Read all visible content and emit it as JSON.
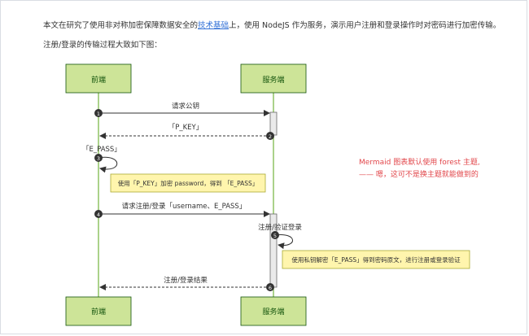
{
  "article": {
    "intro": {
      "before_link": "本文在研究了使用非对称加密保障数据安全的",
      "link_text": "技术基础",
      "after_link": "上，使用 NodeJS 作为服务，演示用户注册和登录操作时对密码进行加密传输。"
    },
    "process_intro": "注册/登录的传输过程大致如下图："
  },
  "diagram": {
    "participants": {
      "client_top": "前端",
      "server_top": "服务端",
      "client_bottom": "前端",
      "server_bottom": "服务端"
    },
    "messages": [
      {
        "num": "1",
        "label": "请求公钥"
      },
      {
        "num": "2",
        "label": "「P_KEY」"
      },
      {
        "num": "3",
        "label": "「E_PASS」"
      },
      {
        "num": "4",
        "label": "请求注册/登录「username、E_PASS」"
      },
      {
        "num": "5",
        "label": "注册/验证登录"
      },
      {
        "num": "6",
        "label": "注册/登录结果"
      }
    ],
    "notes": {
      "client_note": "使用「P_KEY」加密 password，得到 「E_PASS」",
      "server_note": "使用私钥解密「E_PASS」得到密码原文，进行注册或登录验证"
    },
    "colors": {
      "actor_fill": "#cde498",
      "actor_border": "#13540c",
      "lifeline": "#8fc463",
      "note_fill": "#fff5ad",
      "note_border": "#aaaa33",
      "marker": "#333333"
    }
  },
  "annotation": {
    "line1": "Mermaid 图表默认使用 forest 主题,",
    "line2": "—— 嗯，这可不是换主题就能做到的"
  }
}
